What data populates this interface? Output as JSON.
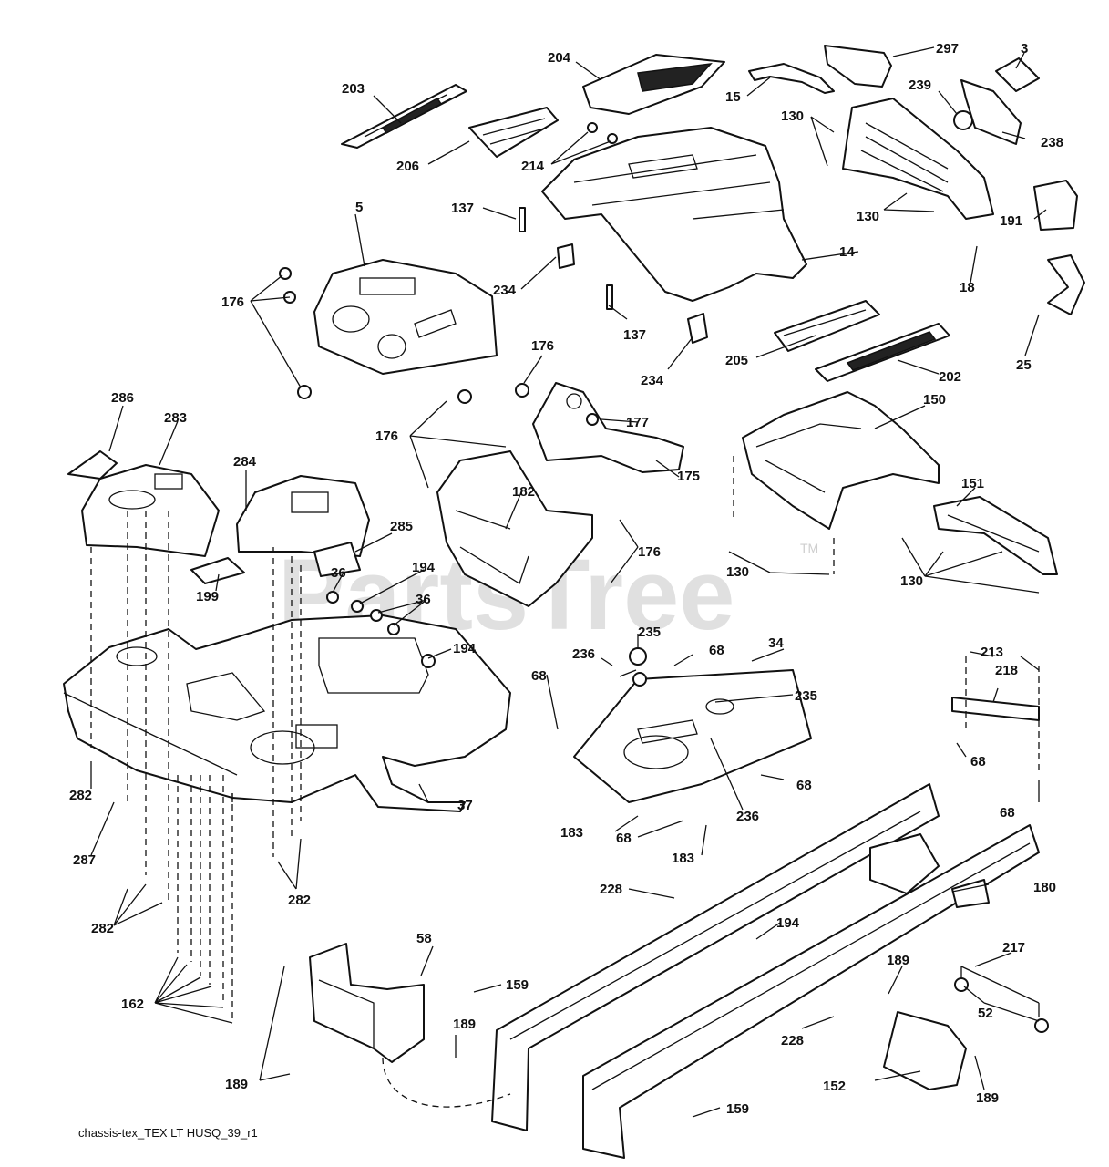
{
  "watermark": {
    "text": "PartsTree",
    "tm": "TM"
  },
  "footer": {
    "caption": "chassis-tex_TEX LT HUSQ_39_r1"
  },
  "callouts": [
    "203",
    "204",
    "297",
    "3",
    "15",
    "239",
    "238",
    "130",
    "206",
    "214",
    "137",
    "14",
    "191",
    "18",
    "5",
    "176",
    "234",
    "25",
    "205",
    "202",
    "286",
    "283",
    "284",
    "177",
    "150",
    "151",
    "175",
    "182",
    "285",
    "199",
    "36",
    "194",
    "130",
    "130",
    "235",
    "68",
    "34",
    "236",
    "213",
    "218",
    "282",
    "287",
    "37",
    "183",
    "180",
    "228",
    "194",
    "58",
    "159",
    "189",
    "217",
    "52",
    "162",
    "152",
    "189"
  ]
}
